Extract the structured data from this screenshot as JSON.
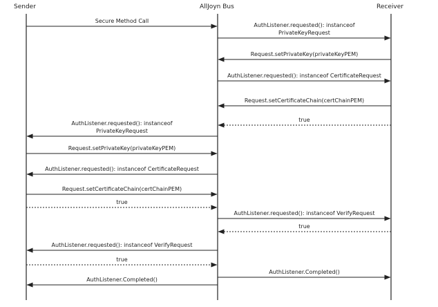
{
  "participants": {
    "sender": "Sender",
    "bus": "AllJoyn Bus",
    "receiver": "Receiver"
  },
  "messages": [
    {
      "from": "sender",
      "to": "bus",
      "style": "solid",
      "lines": [
        "Secure Method Call"
      ]
    },
    {
      "from": "bus",
      "to": "receiver",
      "style": "solid",
      "lines": [
        "AuthListener.requested(): instanceof",
        "PrivateKeyRequest"
      ]
    },
    {
      "from": "receiver",
      "to": "bus",
      "style": "solid",
      "lines": [
        "Request.setPrivateKey(privateKeyPEM)"
      ]
    },
    {
      "from": "bus",
      "to": "receiver",
      "style": "solid",
      "lines": [
        "AuthListener.requested(): instanceof CertificateRequest"
      ]
    },
    {
      "from": "receiver",
      "to": "bus",
      "style": "solid",
      "lines": [
        "Request.setCertificateChain(certChainPEM)"
      ]
    },
    {
      "from": "receiver",
      "to": "bus",
      "style": "dashed",
      "lines": [
        "true"
      ]
    },
    {
      "from": "bus",
      "to": "sender",
      "style": "solid",
      "lines": [
        "AuthListener.requested(): instanceof",
        "PrivateKeyRequest"
      ]
    },
    {
      "from": "sender",
      "to": "bus",
      "style": "solid",
      "lines": [
        "Request.setPrivateKey(privateKeyPEM)"
      ]
    },
    {
      "from": "bus",
      "to": "sender",
      "style": "solid",
      "lines": [
        "AuthListener.requested(): instanceof CertificateRequest"
      ]
    },
    {
      "from": "sender",
      "to": "bus",
      "style": "solid",
      "lines": [
        "Request.setCertificateChain(certChainPEM)"
      ]
    },
    {
      "from": "sender",
      "to": "bus",
      "style": "dashed",
      "lines": [
        "true"
      ]
    },
    {
      "from": "bus",
      "to": "receiver",
      "style": "solid",
      "lines": [
        "AuthListener.requested(): instanceof VerifyRequest"
      ]
    },
    {
      "from": "receiver",
      "to": "bus",
      "style": "dashed",
      "lines": [
        "true"
      ]
    },
    {
      "from": "bus",
      "to": "sender",
      "style": "solid",
      "lines": [
        "AuthListener.requested(): instanceof VerifyRequest"
      ]
    },
    {
      "from": "sender",
      "to": "bus",
      "style": "dashed",
      "lines": [
        "true"
      ]
    },
    {
      "from": "bus",
      "to": "receiver",
      "style": "solid",
      "lines": [
        "AuthListener.Completed()"
      ]
    },
    {
      "from": "bus",
      "to": "sender",
      "style": "solid",
      "lines": [
        "AuthListener.Completed()"
      ]
    }
  ],
  "colors": {
    "line": "#222222",
    "text": "#222222"
  }
}
